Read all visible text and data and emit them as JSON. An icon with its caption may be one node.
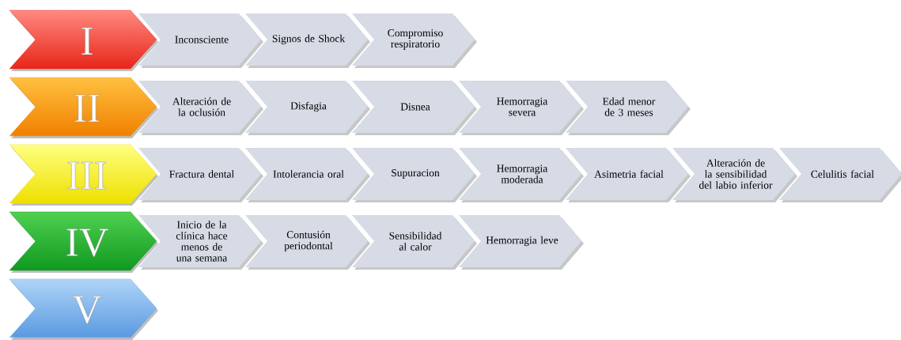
{
  "diagram": {
    "nodes": [
      {
        "text": [
          "I"
        ]
      },
      {
        "text": [
          "Inconsciente"
        ]
      },
      {
        "text": [
          "Signos de Shock"
        ]
      },
      {
        "text": [
          "Compromiso respiratorio"
        ]
      },
      {
        "text": [
          "II"
        ]
      },
      {
        "text": [
          "Alteración de la oclusión"
        ]
      },
      {
        "text": [
          "Disfagia"
        ]
      },
      {
        "text": [
          "Disnea"
        ]
      },
      {
        "text": [
          "Hemorragia severa"
        ]
      },
      {
        "text": [
          "Edad menor de 3 meses"
        ]
      },
      {
        "text": [
          "III"
        ]
      },
      {
        "text": [
          "Fractura dental"
        ]
      },
      {
        "text": [
          "Intolerancia oral"
        ]
      },
      {
        "text": [
          "Supuracion"
        ]
      },
      {
        "text": [
          "Hemorragia moderada"
        ]
      },
      {
        "text": [
          "Asimetria facial"
        ]
      },
      {
        "text": [
          "Alteración de la sensibilidad del labio inferior"
        ]
      },
      {
        "text": [
          "Celulitis facial"
        ]
      },
      {
        "text": [
          "IV"
        ]
      },
      {
        "text": [
          "Inicio de la clínica hace menos de una semana"
        ]
      },
      {
        "text": [
          "Contusión periodontal"
        ]
      },
      {
        "text": [
          "Sensibilidad al calor"
        ]
      },
      {
        "text": [
          "Hemorragia leve"
        ]
      },
      {
        "text": [
          "V"
        ]
      }
    ]
  }
}
